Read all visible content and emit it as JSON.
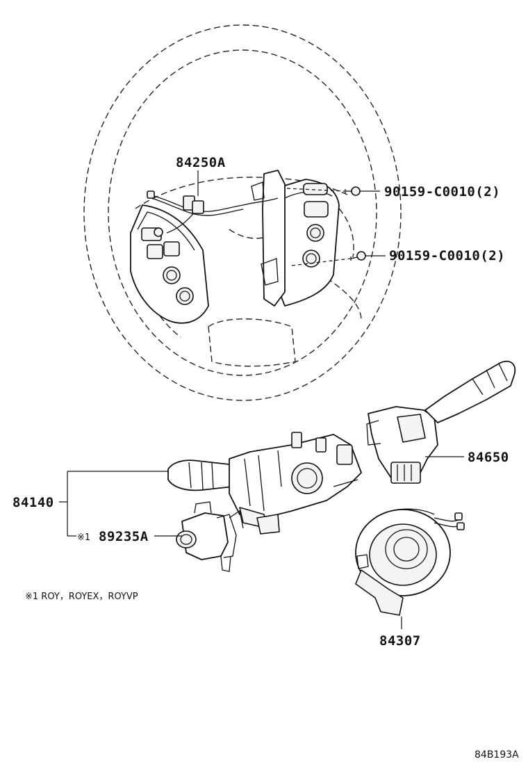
{
  "labels": {
    "p84250A": "84250A",
    "p90159_upper": "90159-C0010(2)",
    "p90159_lower": "90159-C0010(2)",
    "p84650": "84650",
    "p84140": "84140",
    "p89235A_mark": "※1",
    "p89235A": "89235A",
    "p84307": "84307"
  },
  "footnote": "※1  ROY，ROYEX，ROYVP",
  "illustration_code": "84B193A"
}
